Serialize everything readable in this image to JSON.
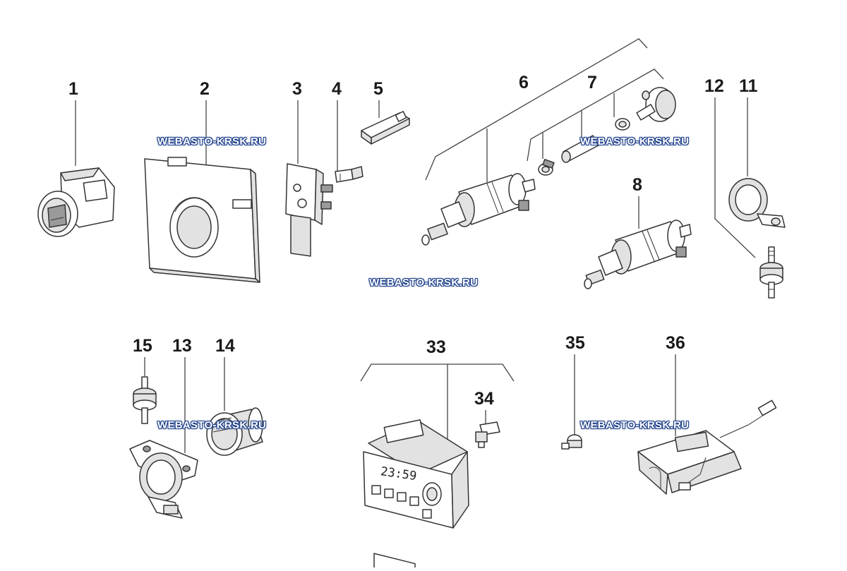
{
  "diagram": {
    "callouts": [
      "1",
      "2",
      "3",
      "4",
      "5",
      "6",
      "7",
      "8",
      "11",
      "12",
      "13",
      "14",
      "15",
      "33",
      "34",
      "35",
      "36"
    ],
    "clock_display": "23:59"
  },
  "watermark": "WEBASTO-KRSK.RU"
}
